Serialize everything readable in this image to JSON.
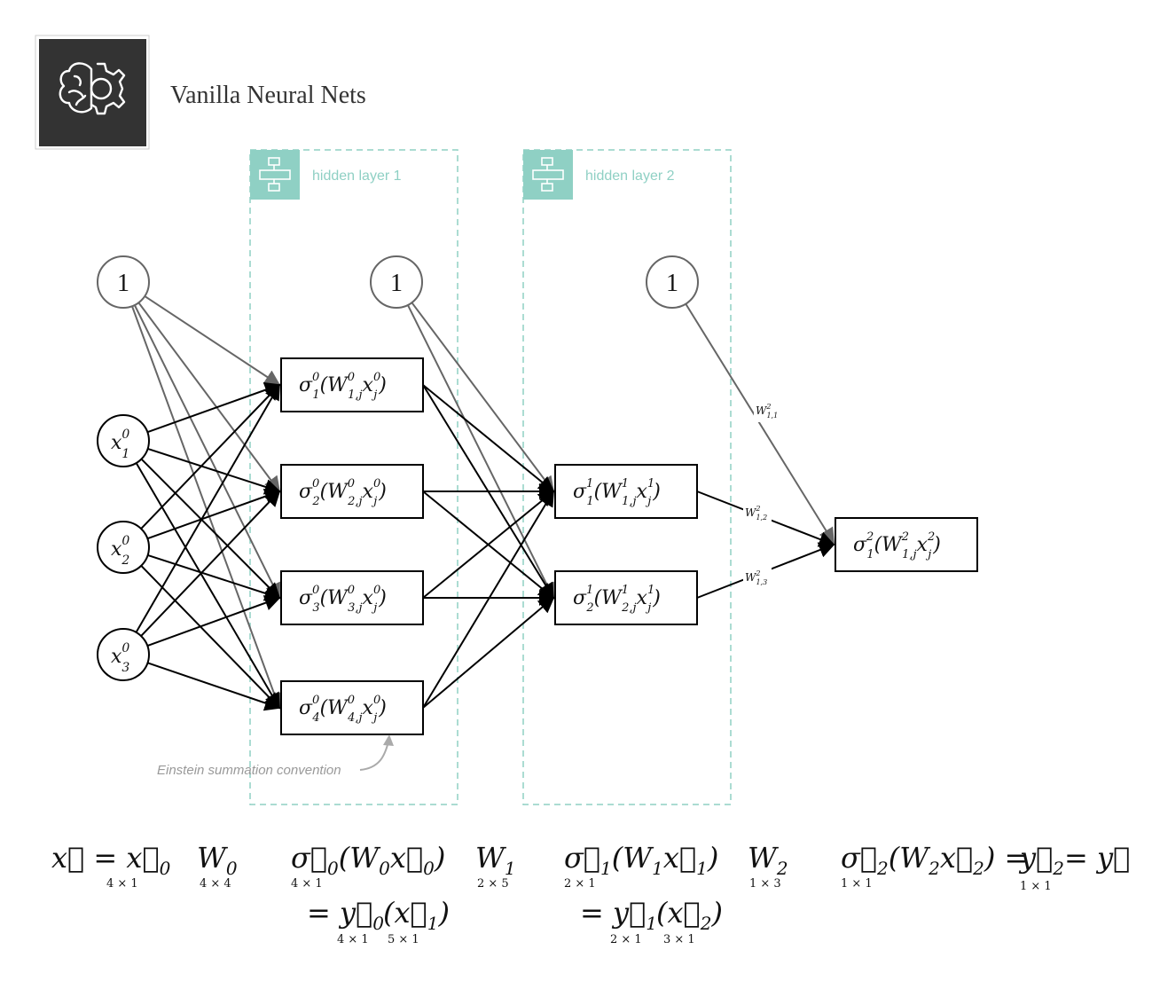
{
  "title": "Vanilla Neural Nets",
  "logo_icon": "brain-gear-icon",
  "groups": [
    {
      "label": "hidden layer 1",
      "icon": "step-functions-icon"
    },
    {
      "label": "hidden layer 2",
      "icon": "step-functions-icon"
    }
  ],
  "colors": {
    "accent": "#8fd0c4",
    "bias_edge": "#666666",
    "edge": "#000000",
    "logo_bg": "#333333"
  },
  "bias_nodes": [
    "1",
    "1",
    "1"
  ],
  "input_nodes": [
    {
      "base": "x",
      "sup": "0",
      "sub": "1"
    },
    {
      "base": "x",
      "sup": "0",
      "sub": "2"
    },
    {
      "base": "x",
      "sup": "0",
      "sub": "3"
    }
  ],
  "layer1_nodes": [
    {
      "s_sup": "0",
      "s_sub": "1",
      "w_sup": "0",
      "w_sub": "1,j",
      "x_sup": "0",
      "x_sub": "j"
    },
    {
      "s_sup": "0",
      "s_sub": "2",
      "w_sup": "0",
      "w_sub": "2,j",
      "x_sup": "0",
      "x_sub": "j"
    },
    {
      "s_sup": "0",
      "s_sub": "3",
      "w_sup": "0",
      "w_sub": "3,j",
      "x_sup": "0",
      "x_sub": "j"
    },
    {
      "s_sup": "0",
      "s_sub": "4",
      "w_sup": "0",
      "w_sub": "4,j",
      "x_sup": "0",
      "x_sub": "j"
    }
  ],
  "layer2_nodes": [
    {
      "s_sup": "1",
      "s_sub": "1",
      "w_sup": "1",
      "w_sub": "1,j",
      "x_sup": "1",
      "x_sub": "j"
    },
    {
      "s_sup": "1",
      "s_sub": "2",
      "w_sup": "1",
      "w_sub": "2,j",
      "x_sup": "1",
      "x_sub": "j"
    }
  ],
  "output_node": {
    "s_sup": "2",
    "s_sub": "1",
    "w_sup": "2",
    "w_sub": "1,j",
    "x_sup": "2",
    "x_sub": "j"
  },
  "edge_labels": [
    {
      "base": "W",
      "sup": "2",
      "sub": "1,1"
    },
    {
      "base": "W",
      "sup": "2",
      "sub": "1,2"
    },
    {
      "base": "W",
      "sup": "2",
      "sub": "1,3"
    }
  ],
  "annotation": "Einstein summation convention",
  "equations": {
    "x_def": "x⃗ = x⃗",
    "x_def_sub": "0",
    "x_dim": "4 × 1",
    "W0": "W",
    "W0_sub": "0",
    "W0_dim": "4 × 4",
    "s0": "σ⃗",
    "s0_sub": "0",
    "s0_arg": "(W",
    "s0_arg_sub": "0",
    "s0_arg2": "x⃗",
    "s0_arg2_sub": "0",
    "s0_close": ")",
    "s0_dim": "4 × 1",
    "y0": "= y⃗",
    "y0_sub": "0",
    "y0_dim": "4 × 1",
    "x1": "(x⃗",
    "x1_sub": "1",
    "x1_close": ")",
    "x1_dim": "5 × 1",
    "W1": "W",
    "W1_sub": "1",
    "W1_dim": "2 × 5",
    "s1": "σ⃗",
    "s1_sub": "1",
    "s1_arg": "(W",
    "s1_arg_sub": "1",
    "s1_arg2": "x⃗",
    "s1_arg2_sub": "1",
    "s1_close": ")",
    "s1_dim": "2 × 1",
    "y1": "= y⃗",
    "y1_sub": "1",
    "y1_dim": "2 × 1",
    "x2": "(x⃗",
    "x2_sub": "2",
    "x2_close": ")",
    "x2_dim": "3 × 1",
    "W2": "W",
    "W2_sub": "2",
    "W2_dim": "1 × 3",
    "s2": "σ⃗",
    "s2_sub": "2",
    "s2_arg": "(W",
    "s2_arg_sub": "2",
    "s2_arg2": "x⃗",
    "s2_arg2_sub": "2",
    "s2_close": ") =",
    "s2_dim": "1 × 1",
    "y2": "y⃗",
    "y2_sub": "2",
    "y2_dim": "1 × 1",
    "y_final": "= y⃗"
  }
}
